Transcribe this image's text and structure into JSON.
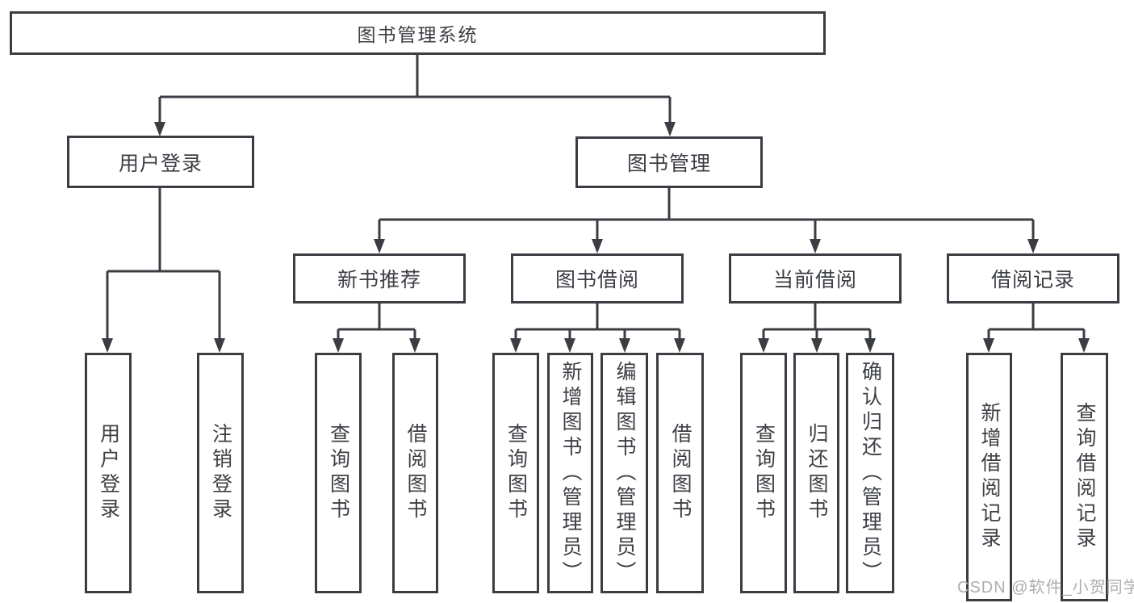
{
  "tree": {
    "root": {
      "label": "图书管理系统",
      "children": [
        {
          "label": "用户登录",
          "children": [
            {
              "label": "用户登录"
            },
            {
              "label": "注销登录"
            }
          ]
        },
        {
          "label": "图书管理",
          "children": [
            {
              "label": "新书推荐",
              "children": [
                {
                  "label": "查询图书"
                },
                {
                  "label": "借阅图书"
                }
              ]
            },
            {
              "label": "图书借阅",
              "children": [
                {
                  "label": "查询图书"
                },
                {
                  "label": "新增图书（管理员）"
                },
                {
                  "label": "编辑图书（管理员）"
                },
                {
                  "label": "借阅图书"
                }
              ]
            },
            {
              "label": "当前借阅",
              "children": [
                {
                  "label": "查询图书"
                },
                {
                  "label": "归还图书"
                },
                {
                  "label": "确认归还（管理员）"
                }
              ]
            },
            {
              "label": "借阅记录",
              "children": [
                {
                  "label": "新增借阅记录"
                },
                {
                  "label": "查询借阅记录"
                }
              ]
            }
          ]
        }
      ]
    }
  },
  "watermark": {
    "text": "CSDN @软件_小贺同学"
  },
  "colors": {
    "line": "#3a3d42",
    "text": "#3c3f44",
    "watermark": "#aeaeae",
    "background": "#ffffff"
  }
}
